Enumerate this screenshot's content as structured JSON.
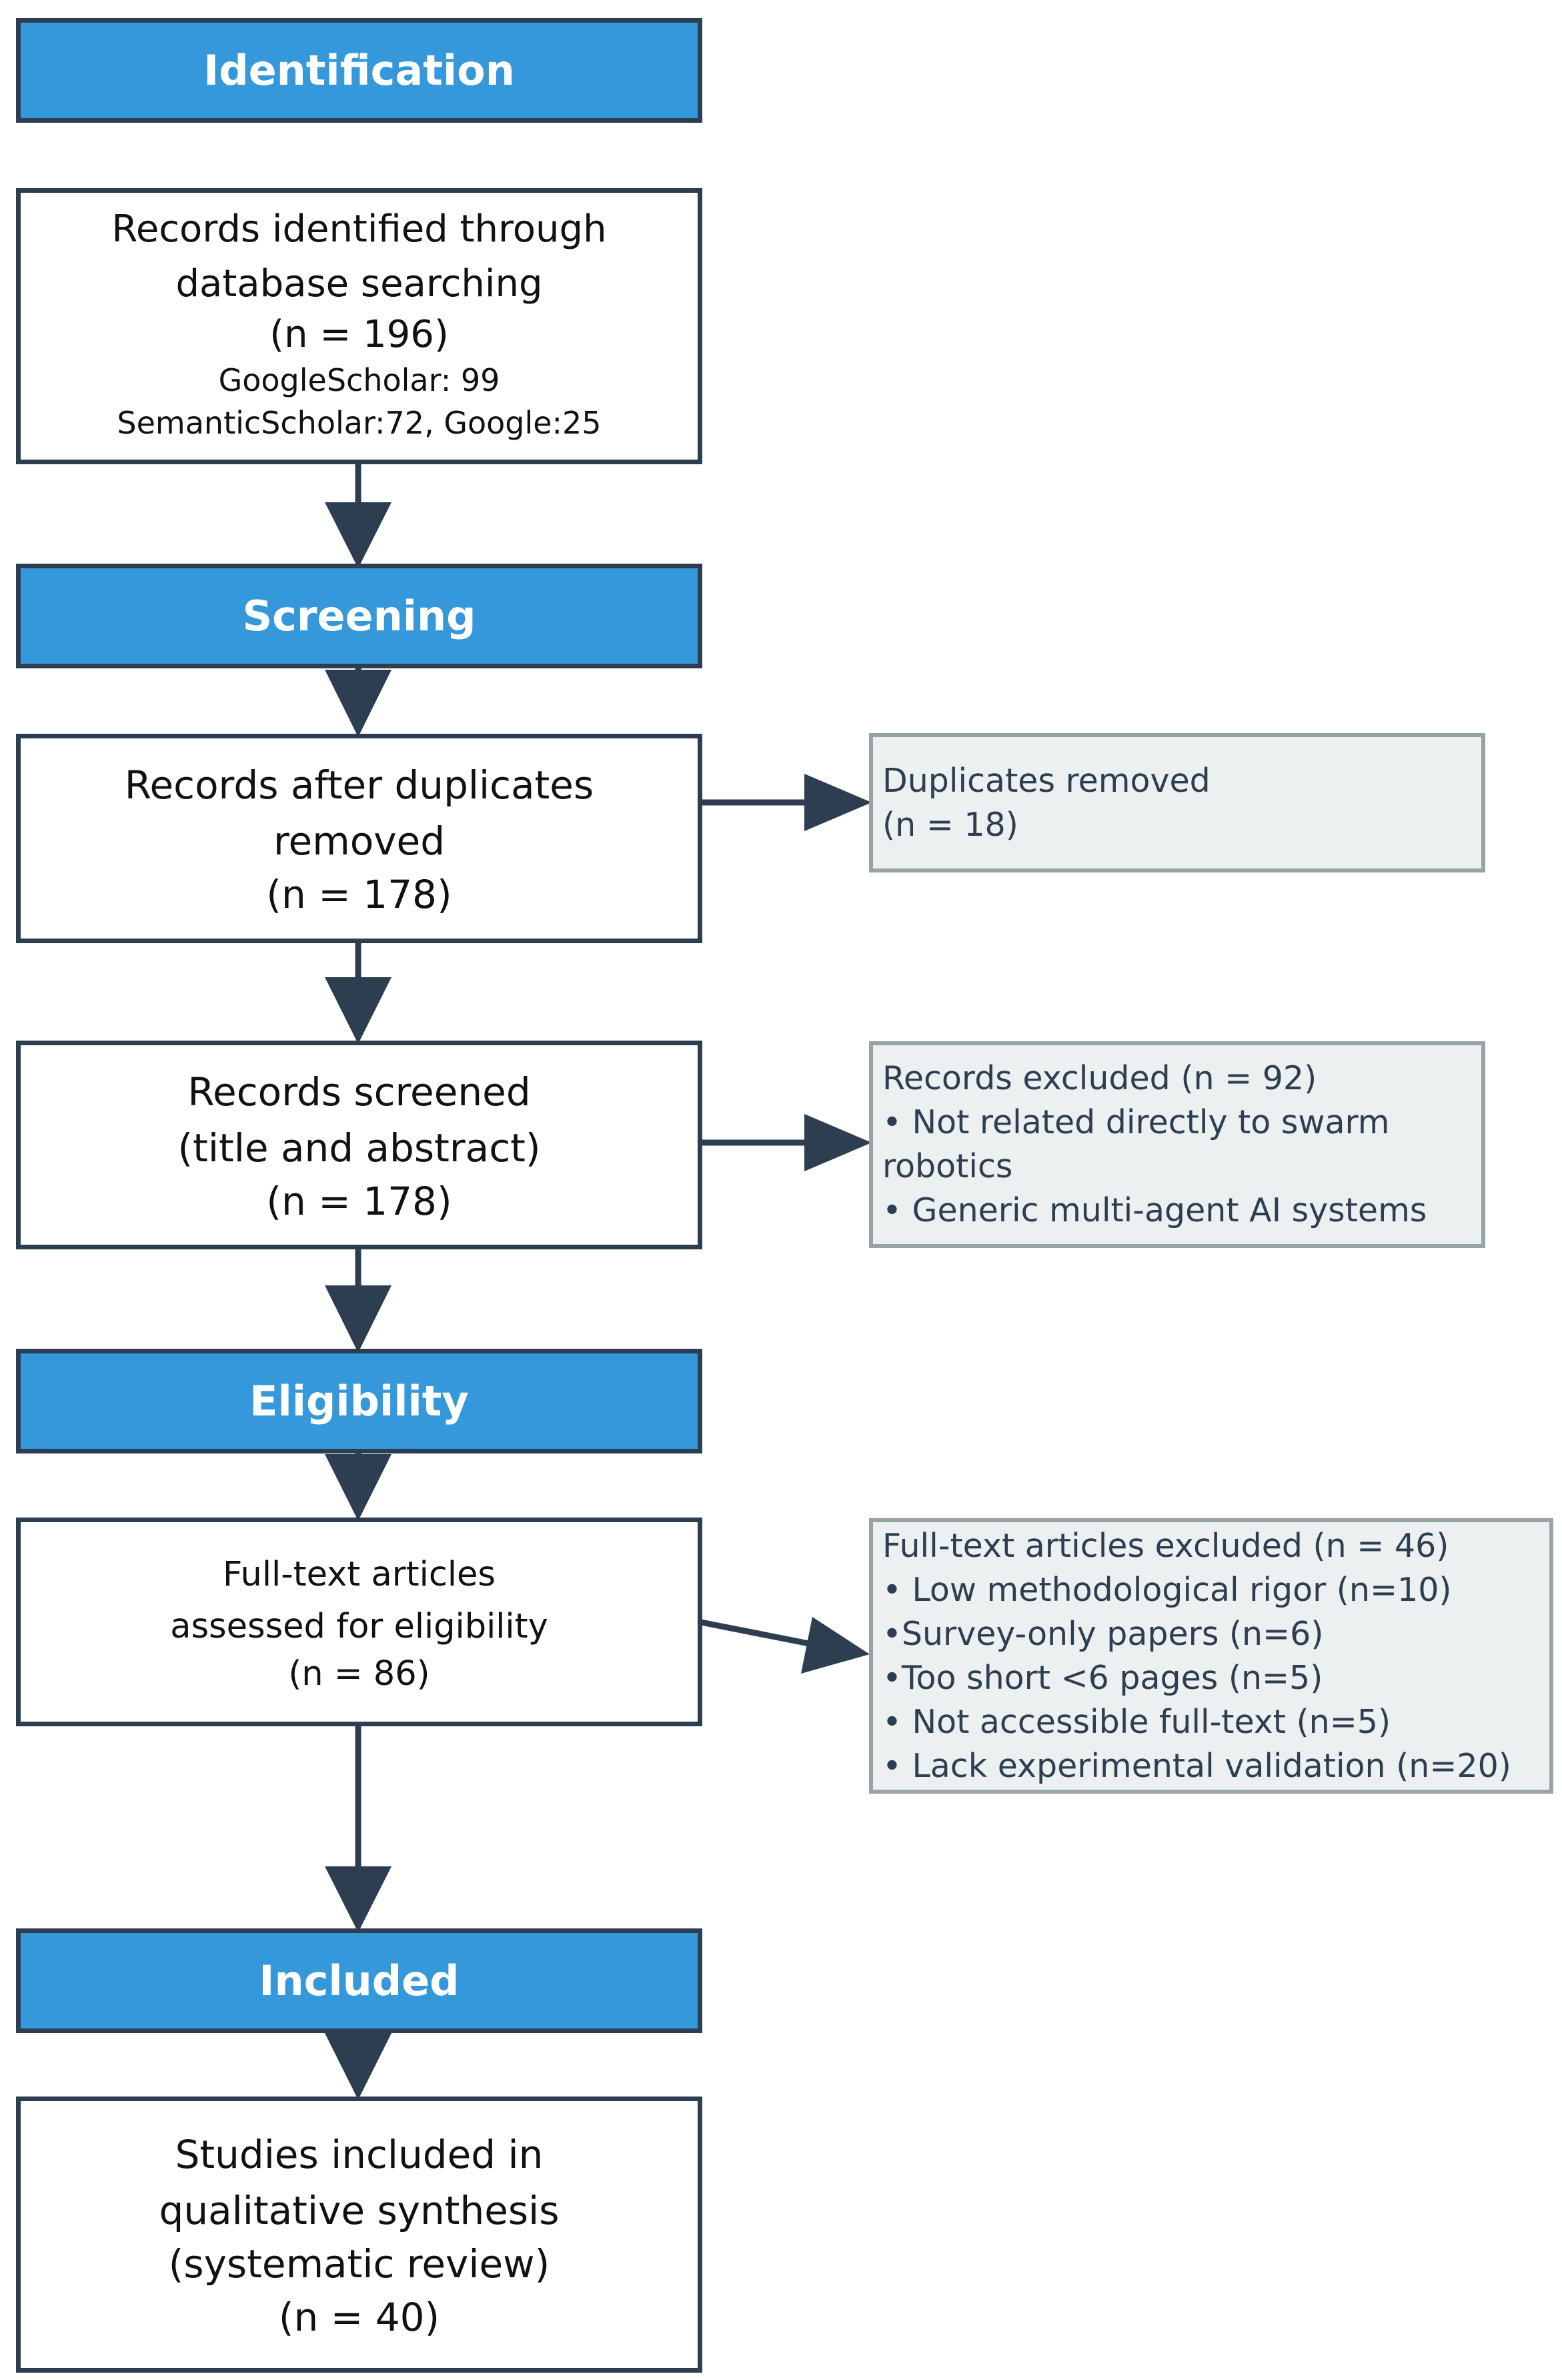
{
  "phases": {
    "identification": "Identification",
    "screening": "Screening",
    "eligibility": "Eligibility",
    "included": "Included"
  },
  "identified": {
    "lines": [
      "Records identified through",
      "database searching",
      "(n = 196)"
    ],
    "sources": [
      "GoogleScholar: 99",
      "SemanticScholar:72, Google:25"
    ]
  },
  "after_duplicates": {
    "lines": [
      "Records after duplicates",
      "removed",
      "(n = 178)"
    ]
  },
  "duplicates_removed": {
    "lines": [
      "Duplicates removed",
      "(n = 18)"
    ]
  },
  "screened": {
    "lines": [
      "Records screened",
      "(title and abstract)",
      "(n = 178)"
    ]
  },
  "records_excluded": {
    "lines": [
      "Records excluded (n = 92)",
      "• Not related directly to swarm",
      "robotics",
      "• Generic multi-agent AI systems"
    ]
  },
  "fulltext_assessed": {
    "lines": [
      "Full-text articles",
      "assessed for eligibility",
      "(n = 86)"
    ]
  },
  "fulltext_excluded": {
    "lines": [
      "Full-text articles excluded (n = 46)",
      "• Low methodological rigor (n=10)",
      "•Survey-only papers (n=6)",
      "•Too short <6 pages (n=5)",
      "• Not accessible full-text (n=5)",
      "• Lack experimental validation (n=20)"
    ]
  },
  "included_studies": {
    "lines": [
      "Studies included in",
      "qualitative synthesis",
      "(systematic review)",
      "(n = 40)"
    ]
  },
  "colors": {
    "header_fill": "#3498db",
    "border_dark": "#2c3e50",
    "side_fill": "#ecf0f1",
    "side_border": "#95a5a6"
  }
}
